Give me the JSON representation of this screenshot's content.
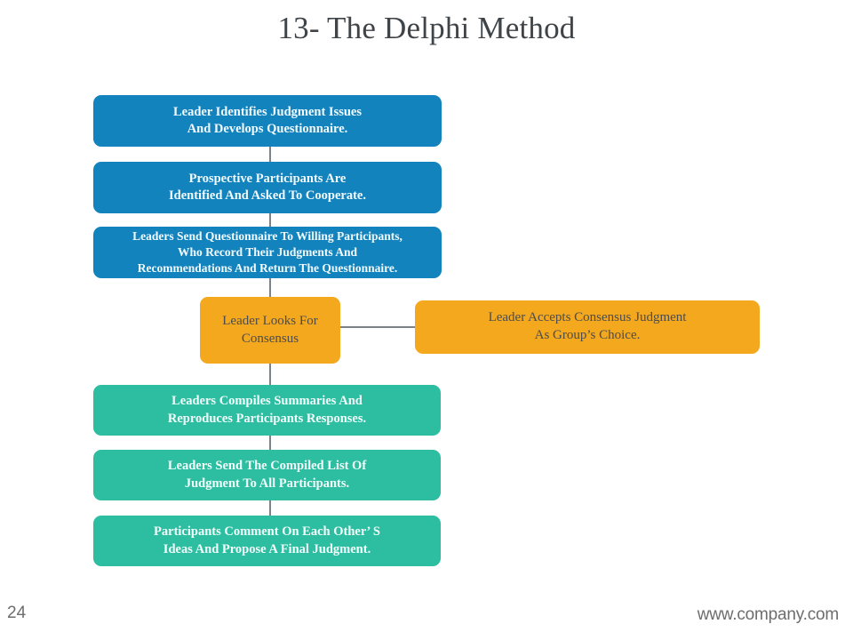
{
  "slide": {
    "title": "13- The Delphi Method",
    "page_number": "24",
    "website": "www.company.com",
    "background_color": "#ffffff",
    "title_color": "#3f4448"
  },
  "palette": {
    "blue": "#1283bd",
    "orange": "#f4a81d",
    "green": "#2dbda1",
    "connector": "#7b828a",
    "blue_text": "#f2fbff",
    "orange_text": "#4c4c4c",
    "green_text": "#f3fffc"
  },
  "flow": {
    "nodes": [
      {
        "id": "step-1",
        "color": "blue",
        "text": "Leader Identifies Judgment Issues\nAnd Develops Questionnaire."
      },
      {
        "id": "step-2",
        "color": "blue",
        "text": "Prospective Participants Are\nIdentified And Asked To Cooperate."
      },
      {
        "id": "step-3",
        "color": "blue",
        "text": "Leaders Send Questionnaire To Willing Participants,\nWho Record Their Judgments And\nRecommendations And Return The Questionnaire."
      },
      {
        "id": "step-4",
        "color": "orange",
        "text": "Leader Looks For\nConsensus"
      },
      {
        "id": "step-4-branch",
        "color": "orange",
        "text": "Leader Accepts Consensus Judgment\nAs Group’s Choice."
      },
      {
        "id": "step-5",
        "color": "green",
        "text": "Leaders Compiles Summaries And\nReproduces Participants Responses."
      },
      {
        "id": "step-6",
        "color": "green",
        "text": "Leaders Send The Compiled List Of\nJudgment To All Participants."
      },
      {
        "id": "step-7",
        "color": "green",
        "text": "Participants Comment On Each Other’ S\nIdeas And Propose A Final Judgment."
      }
    ]
  }
}
